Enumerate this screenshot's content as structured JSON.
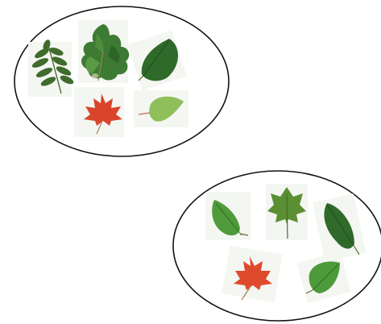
{
  "groups": [
    {
      "leaves": [
        {
          "kind": "compound-pinnate",
          "color": "#3f6b2c"
        },
        {
          "kind": "oak-cluster",
          "color": "#3d7a33"
        },
        {
          "kind": "elm-oval",
          "color": "#2f6a2a"
        },
        {
          "kind": "maple",
          "color": "#d9452b"
        },
        {
          "kind": "round-oval",
          "color": "#8fbf5a"
        }
      ]
    },
    {
      "leaves": [
        {
          "kind": "round-oval",
          "color": "#4f9a3a"
        },
        {
          "kind": "lobed",
          "color": "#5a8f34"
        },
        {
          "kind": "elm-oval",
          "color": "#2f6a2a"
        },
        {
          "kind": "maple",
          "color": "#e04a2c"
        },
        {
          "kind": "round-oval",
          "color": "#4c9a3a"
        }
      ]
    }
  ]
}
